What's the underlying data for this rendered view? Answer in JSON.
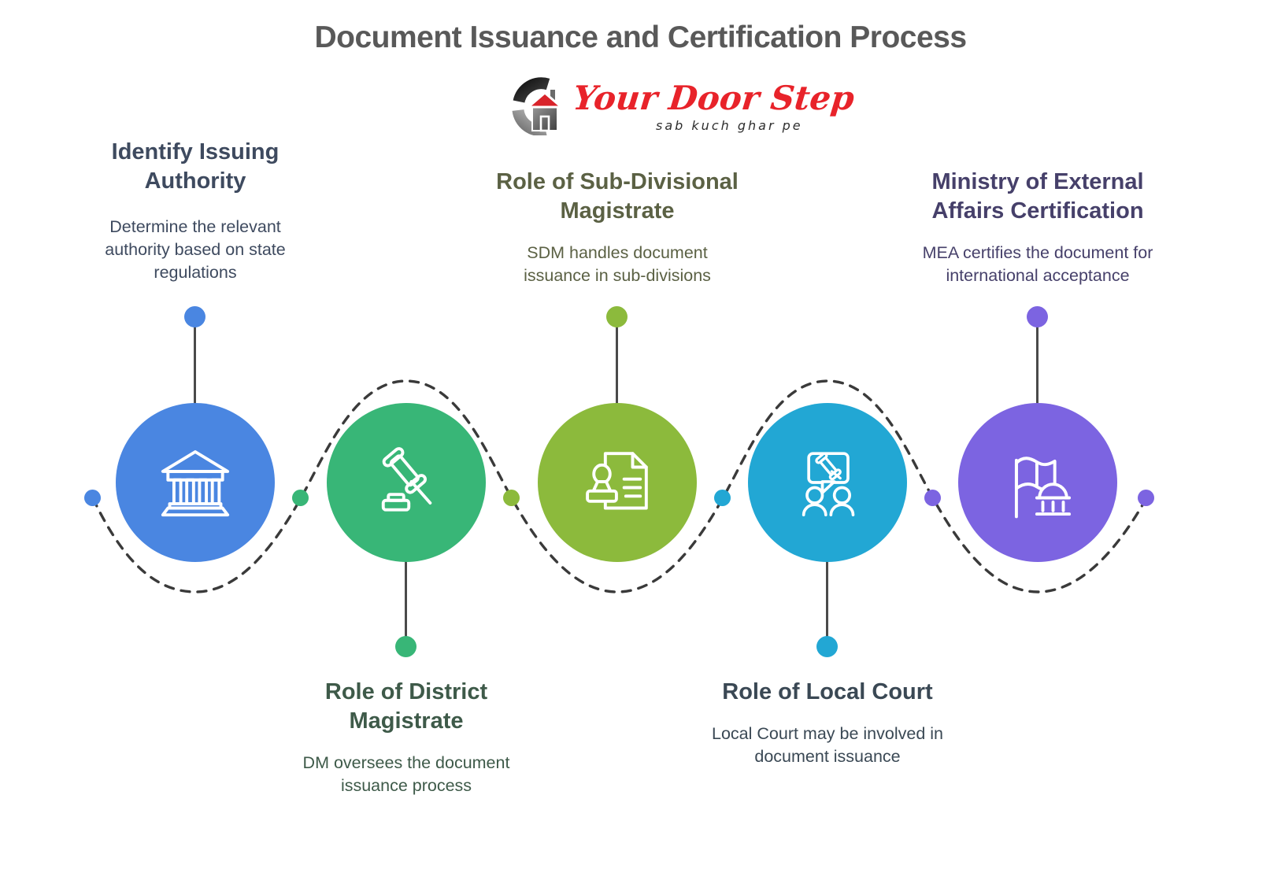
{
  "title": "Document Issuance and Certification Process",
  "logo": {
    "brand": "Your Door Step",
    "tagline": "sab kuch ghar pe",
    "brand_color": "#e8232a"
  },
  "colors": {
    "page_title": "#595959",
    "connector_dash": "#3a3a3a",
    "stem": "#4a4a4a"
  },
  "steps": [
    {
      "title": "Identify Issuing Authority",
      "description": "Determine the relevant authority based on state regulations",
      "color": "#4a86e1",
      "text_color": "#3e4a5f",
      "icon": "bank-building-icon",
      "label_position": "top"
    },
    {
      "title": "Role of District Magistrate",
      "description": "DM oversees the document issuance process",
      "color": "#38b677",
      "text_color": "#3e5a49",
      "icon": "gavel-icon",
      "label_position": "bottom"
    },
    {
      "title": "Role of Sub-Divisional Magistrate",
      "description": "SDM handles document issuance in sub-divisions",
      "color": "#8cba3c",
      "text_color": "#5b6144",
      "icon": "document-stamp-icon",
      "label_position": "top"
    },
    {
      "title": "Role of Local Court",
      "description": "Local Court may be involved in document issuance",
      "color": "#22a7d4",
      "text_color": "#3a4854",
      "icon": "court-discussion-icon",
      "label_position": "bottom"
    },
    {
      "title": "Ministry of External Affairs Certification",
      "description": "MEA certifies the document for international acceptance",
      "color": "#7c64e1",
      "text_color": "#46406a",
      "icon": "flag-monument-icon",
      "label_position": "top"
    }
  ]
}
